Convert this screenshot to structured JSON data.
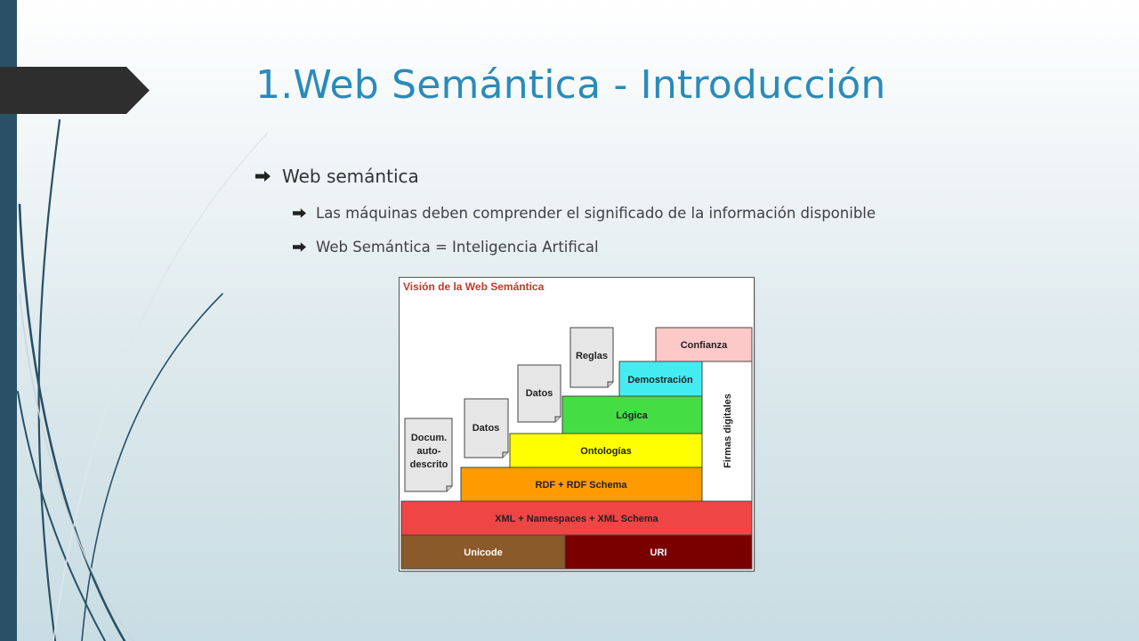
{
  "slide": {
    "title": "1.Web Semántica - Introducción",
    "bullets": {
      "main": "Web semántica",
      "sub1": "Las máquinas deben comprender el significado de la información disponible",
      "sub2": "Web Semántica = Inteligencia Artifical"
    }
  },
  "diagram": {
    "title": "Visión de la Web Semántica",
    "layers": {
      "unicode": "Unicode",
      "uri": "URI",
      "xml": "XML + Namespaces + XML Schema",
      "rdf": "RDF + RDF Schema",
      "ontologias": "Ontologías",
      "logica": "Lógica",
      "demostracion": "Demostración",
      "confianza": "Confianza",
      "firmas": "Firmas digitales"
    },
    "docs": {
      "docum_line1": "Docum.",
      "docum_line2": "auto-",
      "docum_line3": "descrito",
      "datos1": "Datos",
      "datos2": "Datos",
      "reglas": "Reglas"
    }
  },
  "colors": {
    "title": "#2a8bb8",
    "sidebar": "#2a5066",
    "unicode": "#8b5a2b",
    "uri": "#7a0000",
    "xml": "#f04545",
    "rdf": "#ff9a00",
    "ontologias": "#ffff00",
    "logica": "#44dd44",
    "demostracion": "#44ecf2",
    "confianza": "#fcc8c8"
  },
  "icons": {
    "bullet": "right-arrow-icon"
  }
}
